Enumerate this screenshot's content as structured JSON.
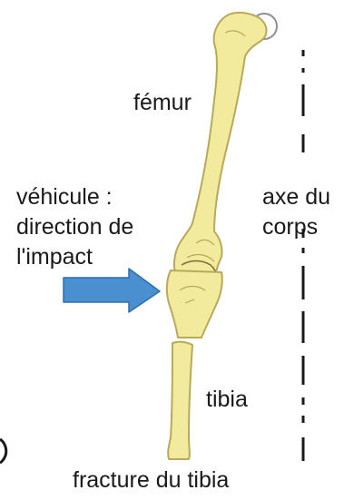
{
  "labels": {
    "femur": "fémur",
    "vehicle": [
      "véhicule :",
      "direction de",
      "l'impact"
    ],
    "body_axis": [
      "axe du",
      "corps"
    ],
    "tibia": "tibia",
    "fracture": "fracture du tibia"
  },
  "colors": {
    "bone_fill": "#f2ea9c",
    "bone_outline": "#b9a95a",
    "arrow_fill": "#4a8fd0",
    "arrow_outline": "#2e6eac",
    "text": "#1a1a1a",
    "axis_line": "#1a1a1a"
  }
}
